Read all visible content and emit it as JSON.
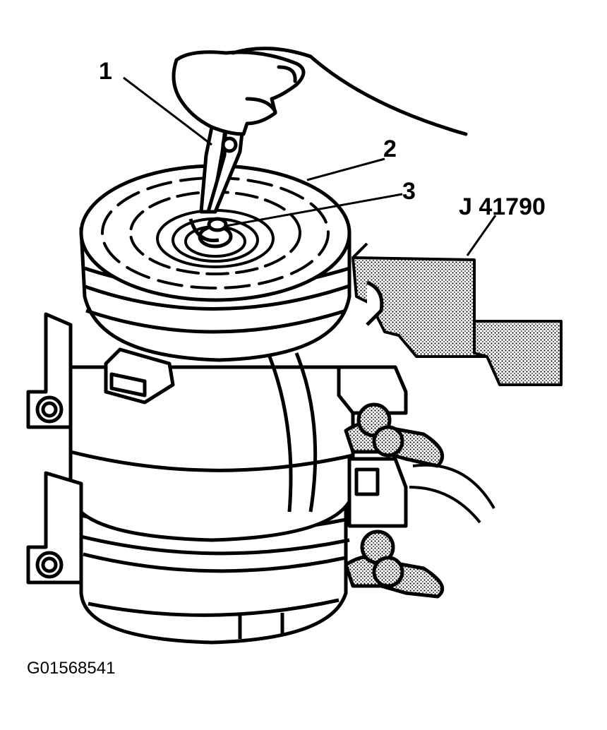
{
  "callouts": [
    {
      "id": "1",
      "text": "1"
    },
    {
      "id": "2",
      "text": "2"
    },
    {
      "id": "3",
      "text": "3"
    }
  ],
  "tool_label": "J 41790",
  "figure_id": "G01568541",
  "colors": {
    "ink": "#000000",
    "paper": "#ffffff",
    "stipple": "#9a9a9a"
  }
}
